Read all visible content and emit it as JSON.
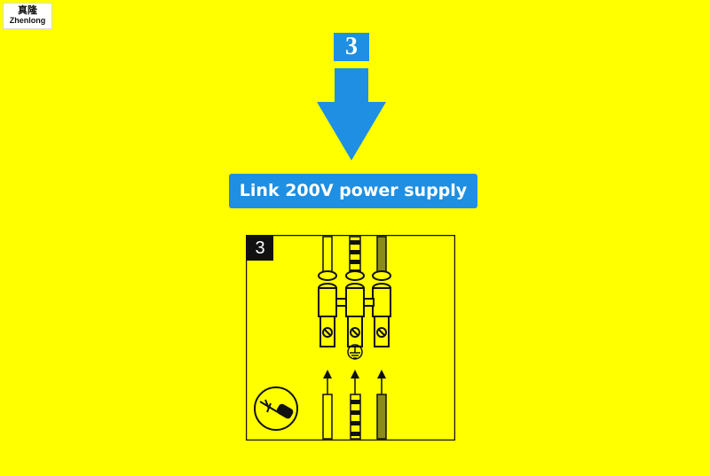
{
  "logo": {
    "chinese": "真隆",
    "brand": "Zhenlong"
  },
  "step_badge": "3",
  "banner_text": "Link 200V power supply",
  "panel_step_number": "3",
  "colors": {
    "background": "#ffff00",
    "accent_blue": "#1e8fe2",
    "line": "#111111",
    "wire_green": "#8a8a20"
  },
  "icons": [
    "down-arrow-icon",
    "screwdriver-icon",
    "ground-symbol-icon"
  ]
}
